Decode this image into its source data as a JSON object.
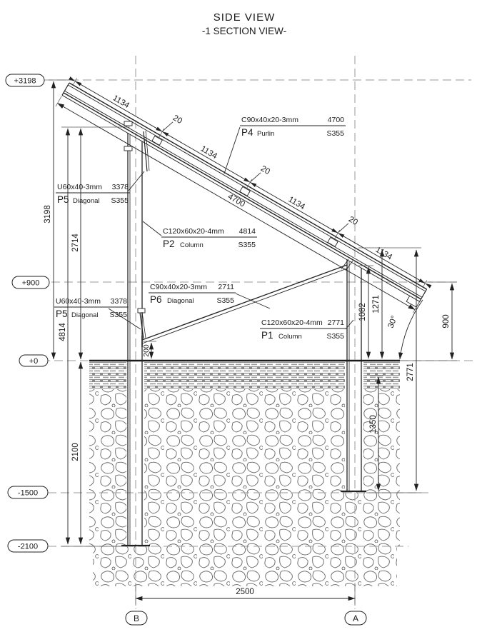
{
  "title": {
    "line1": "SIDE VIEW",
    "line2": "-1 SECTION VIEW-"
  },
  "elevations": {
    "e3198": "+3198",
    "e900": "+900",
    "e0": "+0",
    "em1500": "-1500",
    "em2100": "-2100"
  },
  "grid": {
    "left_bubble": "B",
    "right_bubble": "A"
  },
  "callouts": {
    "p4": {
      "spec": "C90x40x20-3mm",
      "len": "4700",
      "name": "P4",
      "kind": "Purlin",
      "grade": "S355"
    },
    "p5u": {
      "spec": "U60x40-3mm",
      "len": "3378",
      "name": "P5",
      "kind": "Diagonal",
      "grade": "S355"
    },
    "p2": {
      "spec": "C120x60x20-4mm",
      "len": "4814",
      "name": "P2",
      "kind": "Column",
      "grade": "S355"
    },
    "p6": {
      "spec": "C90x40x20-3mm",
      "len": "2711",
      "name": "P6",
      "kind": "Diagonal",
      "grade": "S355"
    },
    "p5l": {
      "spec": "U60x40-3mm",
      "len": "3378",
      "name": "P5",
      "kind": "Diagonal",
      "grade": "S355"
    },
    "p1": {
      "spec": "C120x60x20-4mm",
      "len": "2771",
      "name": "P1",
      "kind": "Column",
      "grade": "S355"
    }
  },
  "dims": {
    "roof_chain": [
      "1134",
      "20",
      "1134",
      "20",
      "1134",
      "20",
      "1134"
    ],
    "rafter": "4700",
    "left": {
      "d3198": "3198",
      "d2714": "2714",
      "d4814": "4814",
      "d2100": "2100"
    },
    "right": {
      "d1082": "1082",
      "d1271": "1271",
      "d900": "900",
      "d2771": "2771",
      "d1350": "1350"
    },
    "bottom": {
      "span": "2500"
    },
    "angle": "30°",
    "d200": "200"
  }
}
